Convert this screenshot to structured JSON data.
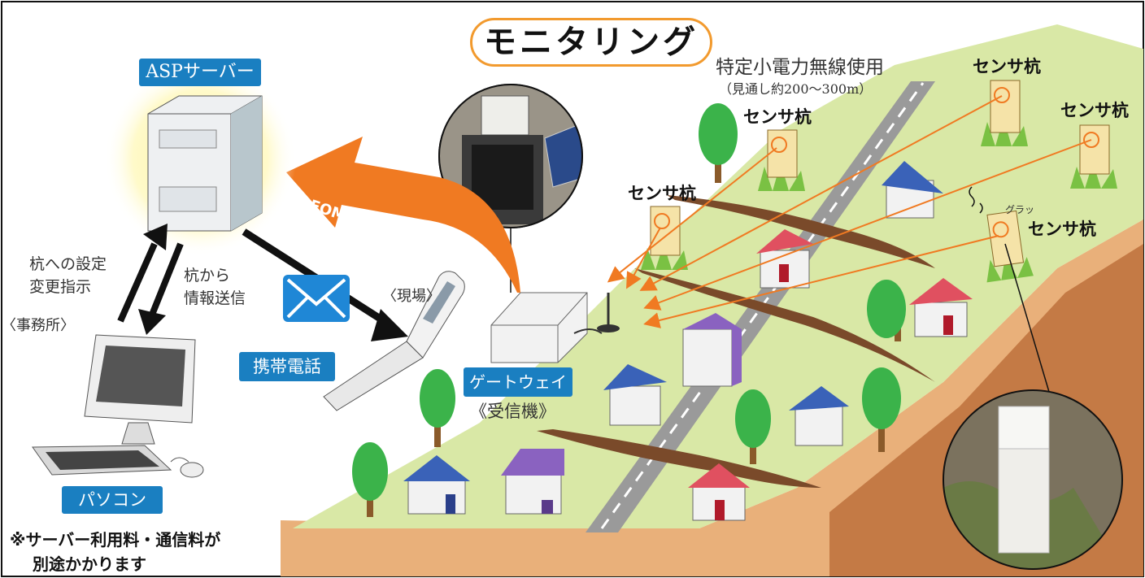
{
  "title": "モニタリング",
  "radio_label": "特定小電力無線使用",
  "radio_range": "（見通し約200～300m）",
  "fomа_label": "FOMA回線",
  "server_label": "ASPサーバー",
  "office_label": "〈事務所〉",
  "pc_label": "パソコン",
  "site_label": "〈現場〉",
  "phone_label": "携帯電話",
  "gateway_label": "ゲートウェイ",
  "receiver_label": "《受信機》",
  "settings_line1": "杭への設定",
  "settings_line2": "変更指示",
  "info_line1": "杭から",
  "info_line2": "情報送信",
  "sensor_label": "センサ杭",
  "shake_label": "グラッ",
  "footnote_line1": "※サーバー利用料・通信料が",
  "footnote_line2": "別途かかります",
  "colors": {
    "accent_orange": "#f07a22",
    "label_blue": "#1a7fc1",
    "hill_green": "#d9e8a6",
    "soil_brown": "#c47a45",
    "server_glow": "#fff59a"
  }
}
